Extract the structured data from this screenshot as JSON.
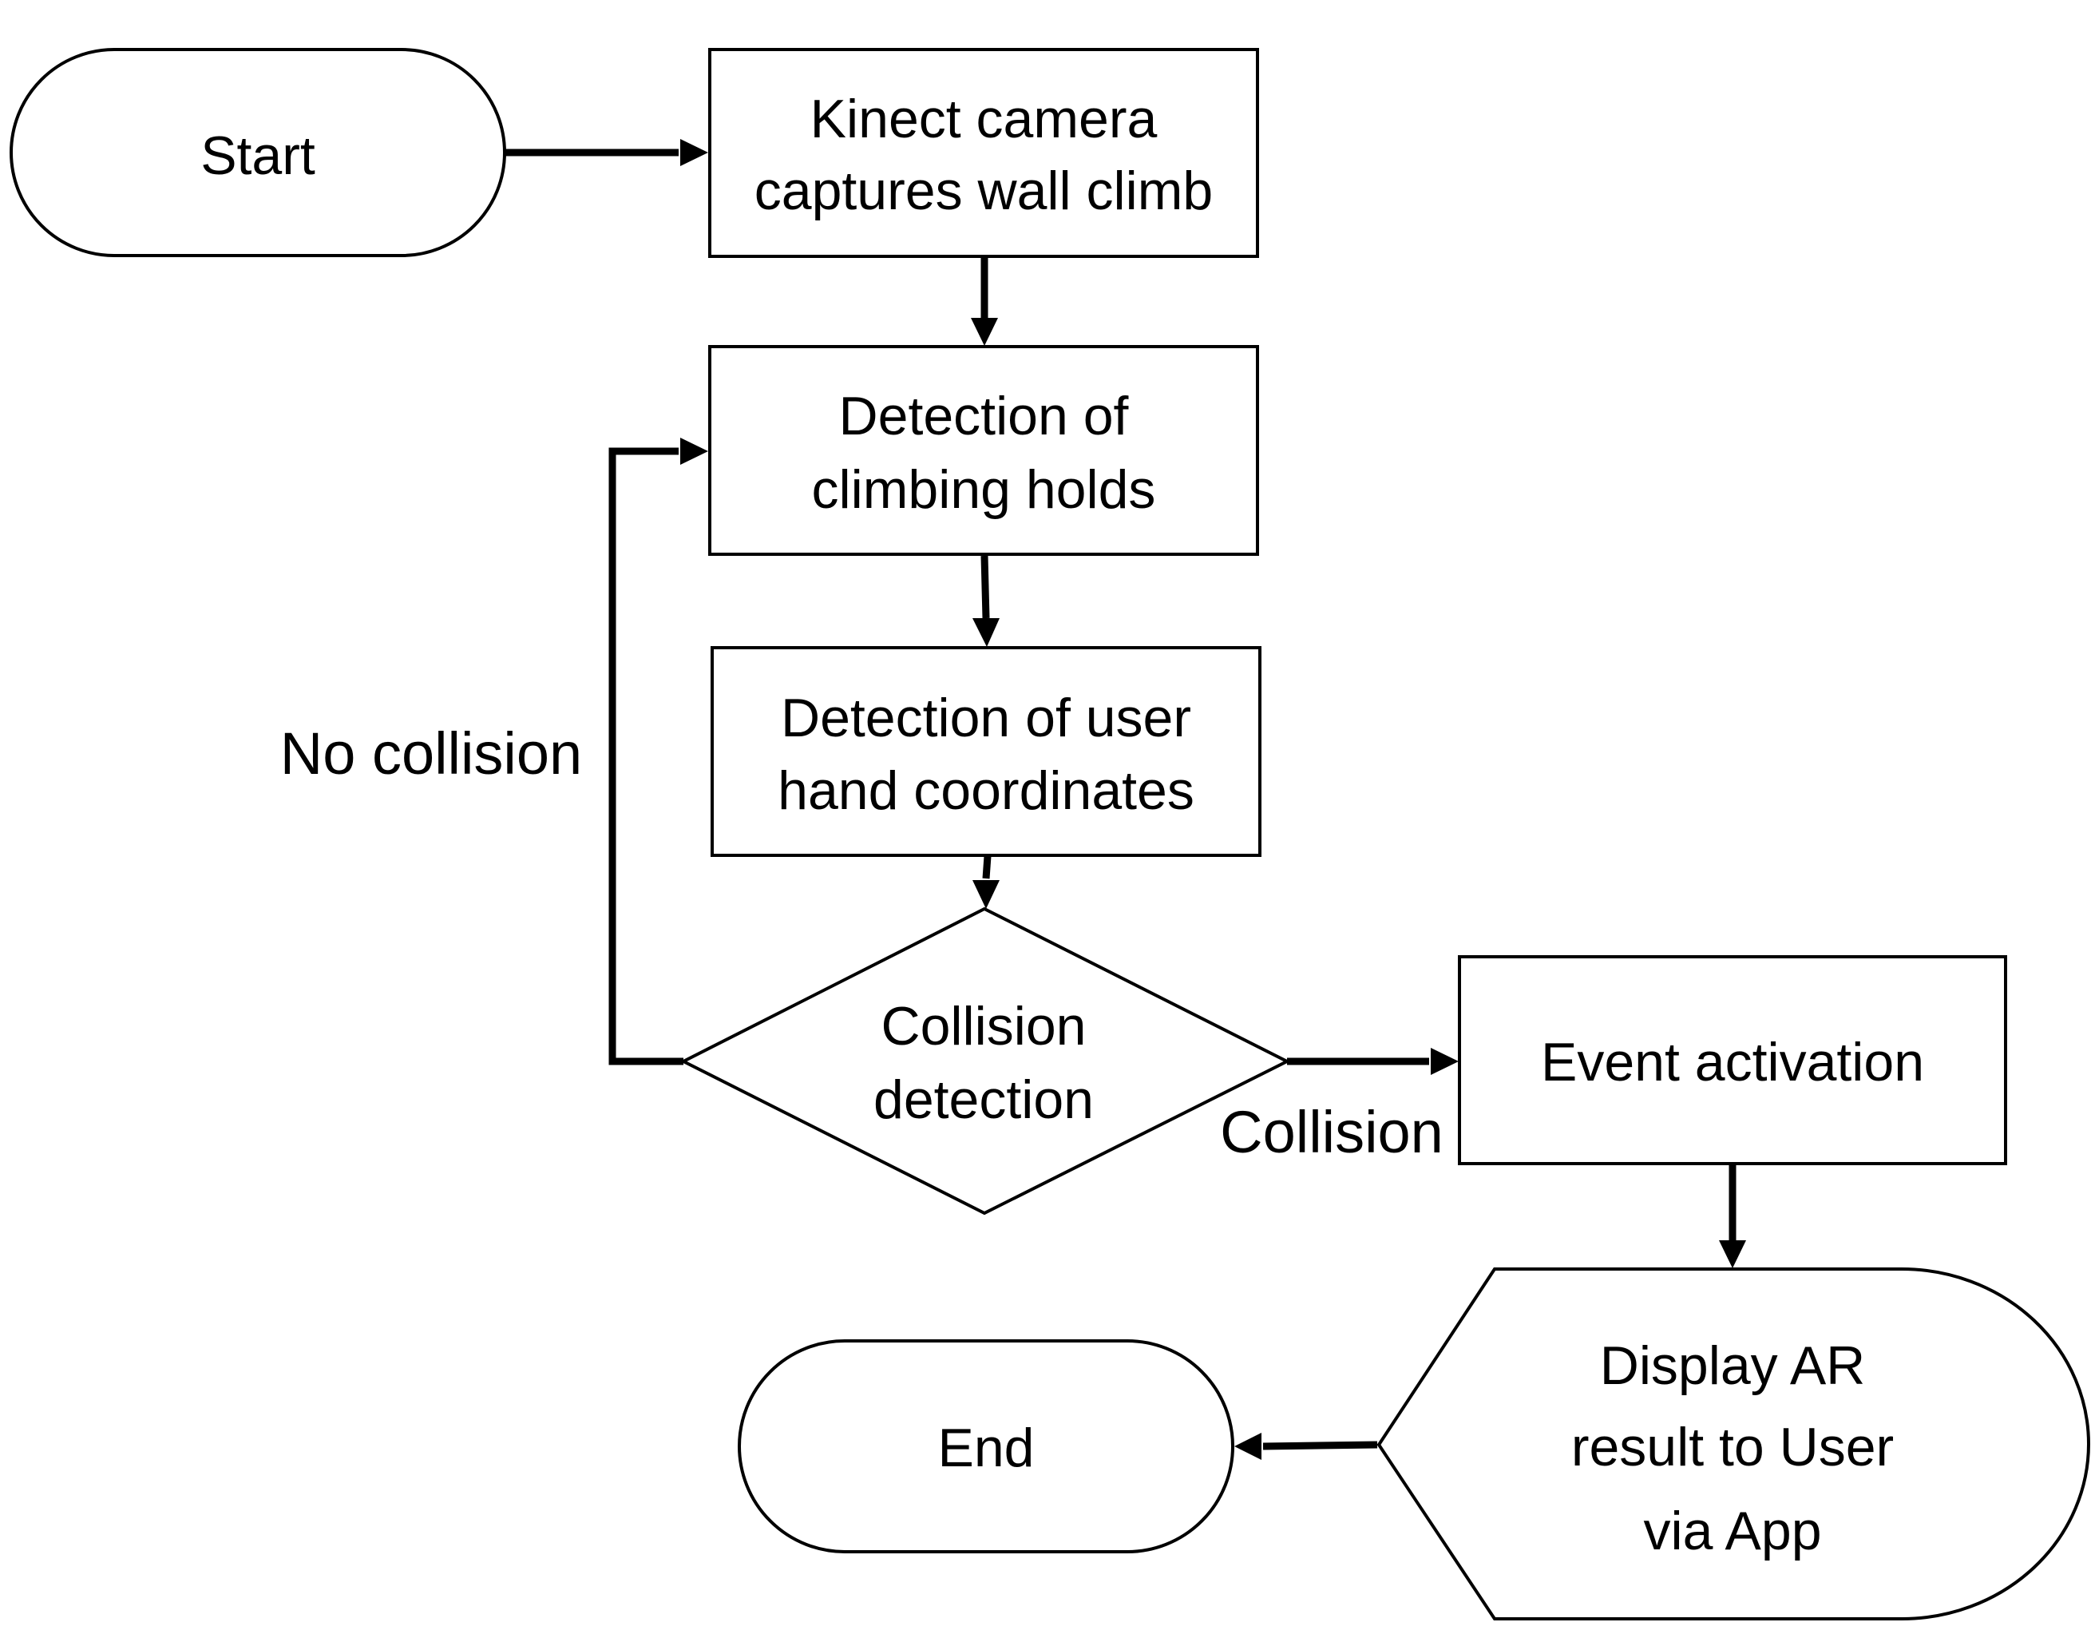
{
  "nodes": {
    "start": {
      "lines": [
        "Start"
      ]
    },
    "capture": {
      "lines": [
        "Kinect camera",
        "captures wall climb"
      ]
    },
    "holds": {
      "lines": [
        "Detection of",
        "climbing holds"
      ]
    },
    "hands": {
      "lines": [
        "Detection of user",
        "hand coordinates"
      ]
    },
    "decision": {
      "lines": [
        "Collision",
        "detection"
      ]
    },
    "event": {
      "lines": [
        "Event activation"
      ]
    },
    "display": {
      "lines": [
        "Display AR",
        "result to User",
        "via App"
      ]
    },
    "end": {
      "lines": [
        "End"
      ]
    }
  },
  "edge_labels": {
    "no_collision": "No collision",
    "collision": "Collision"
  }
}
